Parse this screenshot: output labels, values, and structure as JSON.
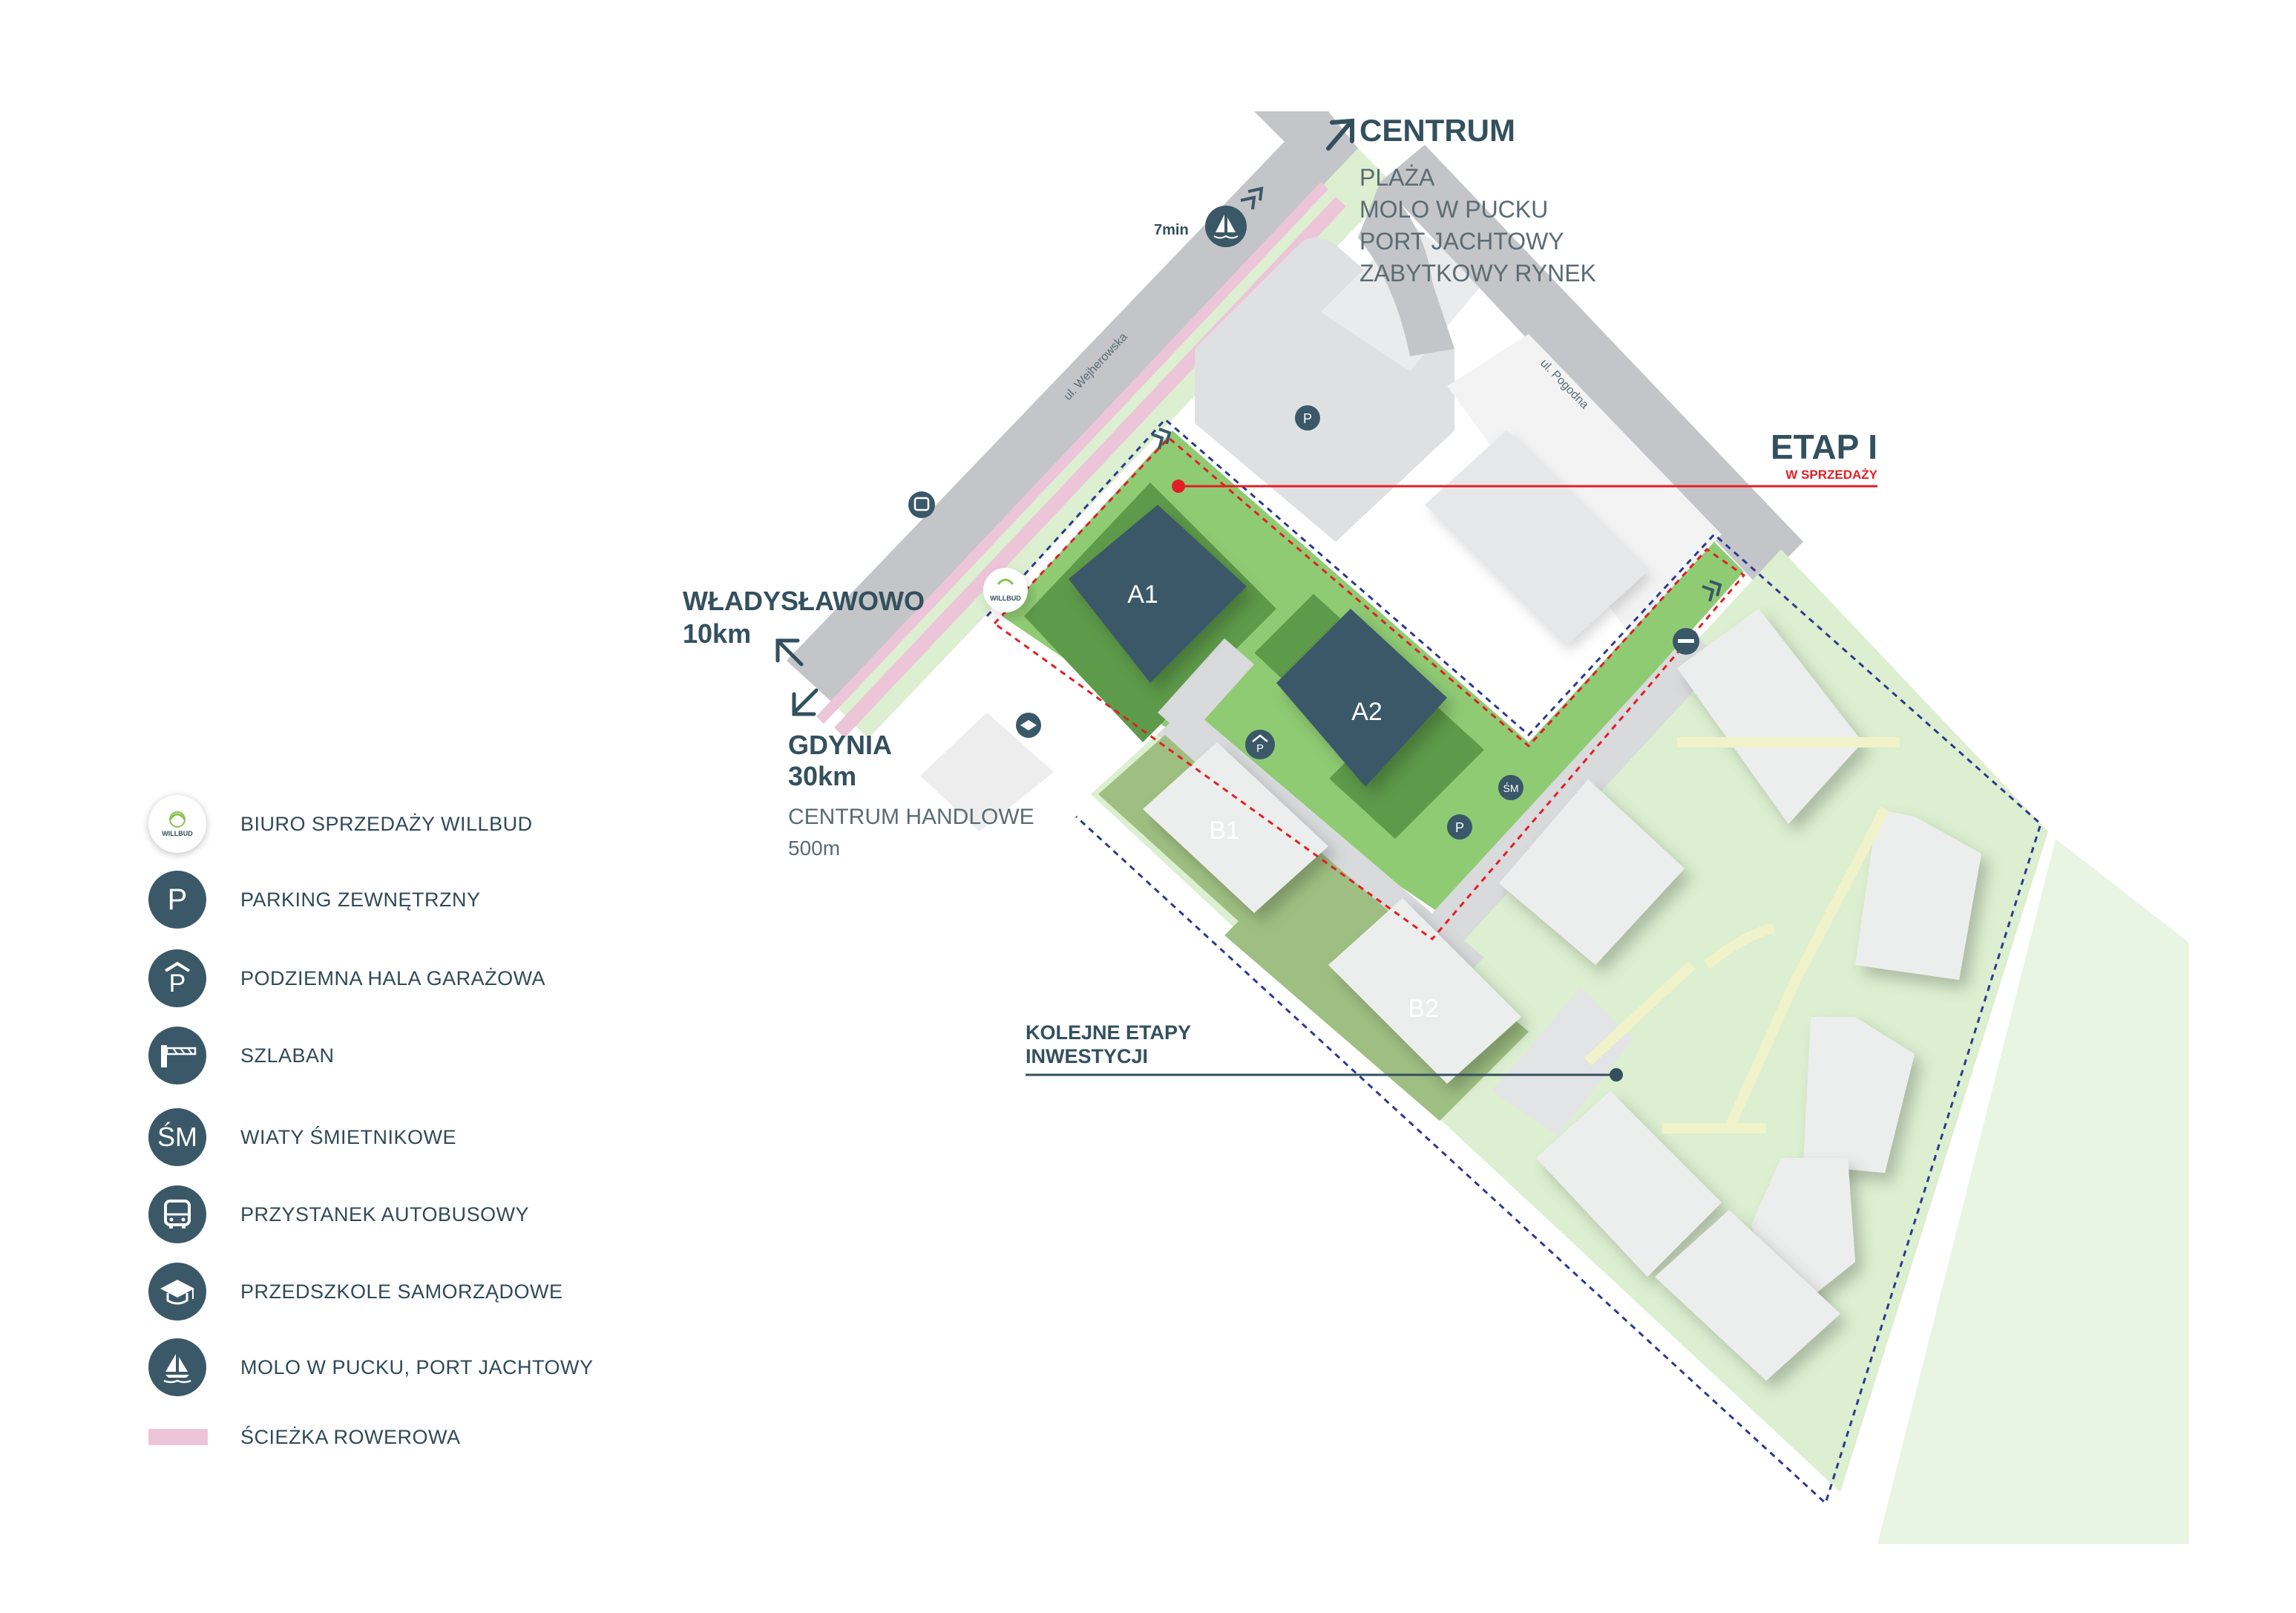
{
  "map": {
    "centrum_title": "CENTRUM",
    "centrum_items": [
      "PLAŻA",
      "MOLO W PUCKU",
      "PORT JACHTOWY",
      "ZABYTKOWY RYNEK"
    ],
    "walk_time": "7min",
    "street_wejherowska": "ul. Wejherowska",
    "street_pogodna": "ul. Pogodna",
    "etap_title": "ETAP I",
    "etap_sub": "W SPRZEDAŻY",
    "wladyslawowo_title": "WŁADYSŁAWOWO",
    "wladyslawowo_dist": "10km",
    "gdynia_title": "GDYNIA",
    "gdynia_dist": "30km",
    "centrum_handlowe": "CENTRUM HANDLOWE",
    "centrum_handlowe_dist": "500m",
    "kolejne_line1": "KOLEJNE ETAPY",
    "kolejne_line2": "INWESTYCJI",
    "buildings": {
      "a1": "A1",
      "a2": "A2",
      "b1": "B1",
      "b2": "B2"
    },
    "parking_glyph": "P",
    "sm_glyph": "ŚM",
    "logo_text": "WILLBUD"
  },
  "legend": [
    {
      "icon": "willbud-logo-icon",
      "label": "BIURO SPRZEDAŻY WILLBUD"
    },
    {
      "icon": "parking-icon",
      "glyph": "P",
      "label": "PARKING ZEWNĘTRZNY"
    },
    {
      "icon": "garage-icon",
      "glyph": "P",
      "label": "PODZIEMNA HALA GARAŻOWA"
    },
    {
      "icon": "barrier-icon",
      "label": "SZLABAN"
    },
    {
      "icon": "trash-shelter-icon",
      "glyph": "ŚM",
      "label": "WIATY ŚMIETNIKOWE"
    },
    {
      "icon": "bus-icon",
      "label": "PRZYSTANEK AUTOBUSOWY"
    },
    {
      "icon": "school-icon",
      "label": "PRZEDSZKOLE SAMORZĄDOWE"
    },
    {
      "icon": "yacht-icon",
      "label": "MOLO W PUCKU, PORT JACHTOWY"
    },
    {
      "icon": "bike-path-swatch",
      "label": "ŚCIEŻKA ROWEROWA"
    }
  ],
  "colors": {
    "accent": "#3a5868",
    "etap_red": "#e31e24",
    "bike_path": "#ecc5d9",
    "green_light": "#dcefd0",
    "green_mid": "#8fcb73",
    "green_dark": "#5d9a49",
    "building_dark": "#3a5868",
    "road": "#c8c9cb"
  }
}
